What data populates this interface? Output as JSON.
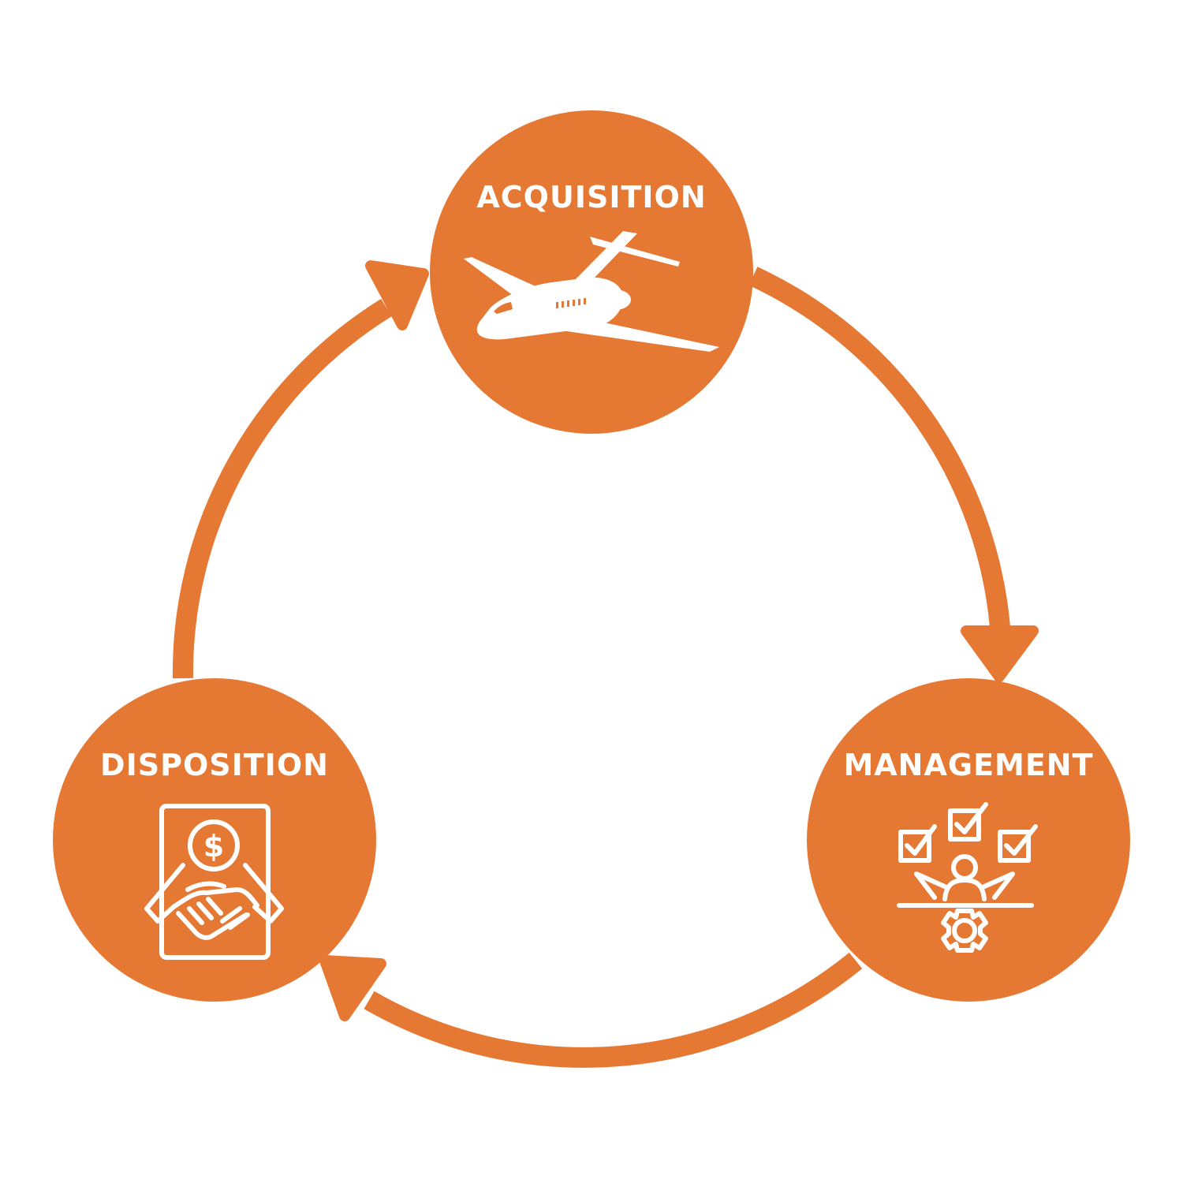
{
  "diagram": {
    "type": "cycle",
    "colors": {
      "accent": "#E57833",
      "icon": "#FFFFFF",
      "background": "#FFFFFF"
    },
    "nodes": [
      {
        "id": "acquisition",
        "label": "ACQUISITION",
        "icon": "airplane-icon"
      },
      {
        "id": "management",
        "label": "MANAGEMENT",
        "icon": "management-checklist-gear-icon"
      },
      {
        "id": "disposition",
        "label": "DISPOSITION",
        "icon": "handshake-dollar-icon"
      }
    ],
    "edges": [
      {
        "from": "acquisition",
        "to": "management"
      },
      {
        "from": "management",
        "to": "disposition"
      },
      {
        "from": "disposition",
        "to": "acquisition"
      }
    ]
  }
}
